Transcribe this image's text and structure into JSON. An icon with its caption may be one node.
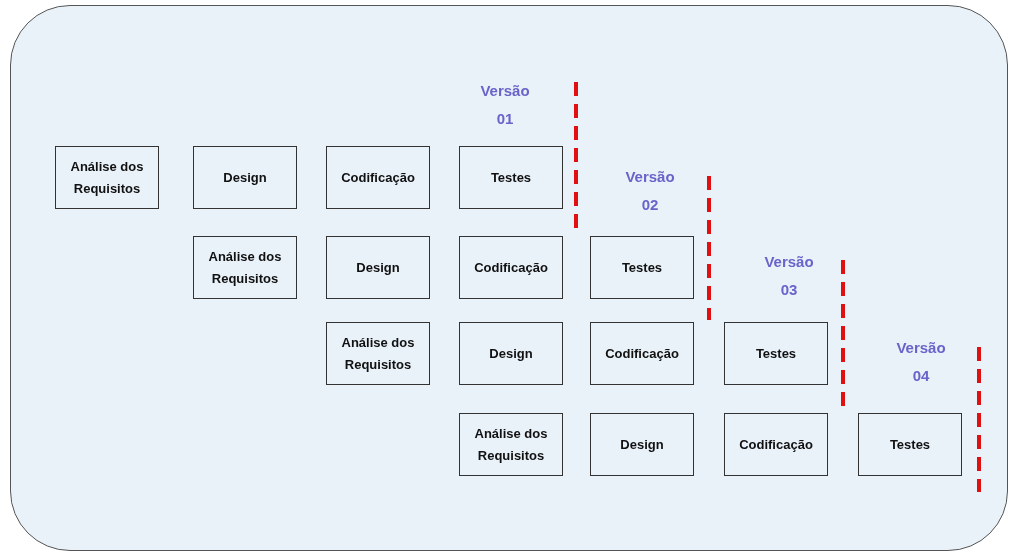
{
  "diagram": {
    "nodes": [
      {
        "text": [
          "Análise dos Requisitos"
        ]
      },
      {
        "text": [
          "Design"
        ]
      },
      {
        "text": [
          "Codificação"
        ]
      },
      {
        "text": [
          "Testes"
        ]
      },
      {
        "text": [
          "Análise dos Requisitos"
        ]
      },
      {
        "text": [
          "Design"
        ]
      },
      {
        "text": [
          "Codificação"
        ]
      },
      {
        "text": [
          "Testes"
        ]
      },
      {
        "text": [
          "Análise dos Requisitos"
        ]
      },
      {
        "text": [
          "Design"
        ]
      },
      {
        "text": [
          "Codificação"
        ]
      },
      {
        "text": [
          "Testes"
        ]
      },
      {
        "text": [
          "Análise dos Requisitos"
        ]
      },
      {
        "text": [
          "Design"
        ]
      },
      {
        "text": [
          "Codificação"
        ]
      },
      {
        "text": [
          "Testes"
        ]
      }
    ],
    "edges": [],
    "labels": [
      "Versão 01",
      "Versão 02",
      "Versão 03",
      "Versão 04"
    ]
  }
}
